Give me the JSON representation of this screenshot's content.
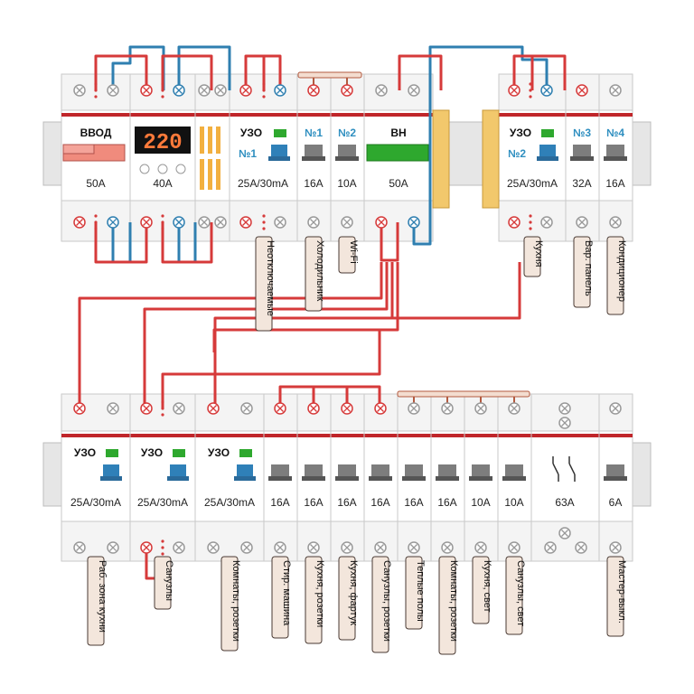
{
  "colors": {
    "phase": "#d63a3a",
    "neutral": "#2f7fb0",
    "busbar": "#f2c86c",
    "tag_fill": "#f3e6dc",
    "display_bg": "#111111",
    "display_digits": "#ff7a3a",
    "indicator_green": "#2ea82e",
    "rcd_button": "#2f80b8",
    "breaker_toggle": "#7d7d7d",
    "input_toggle": "#f08b7d"
  },
  "modules": [
    {
      "id": "m0",
      "name": "ВВОД",
      "rating": "50A",
      "kind": "input"
    },
    {
      "id": "m1",
      "display": "220",
      "rating": "40A",
      "kind": "voltage-relay"
    },
    {
      "id": "m2",
      "kind": "cross-module"
    },
    {
      "id": "m3",
      "name": "УЗО",
      "number": "№1",
      "rating": "25A/30mA",
      "kind": "rcd"
    },
    {
      "id": "m4",
      "number": "№1",
      "rating": "16A",
      "kind": "breaker",
      "output": "Холодильник"
    },
    {
      "id": "m5",
      "number": "№2",
      "rating": "10A",
      "kind": "breaker",
      "output": "Wi-Fi"
    },
    {
      "id": "m6",
      "name": "ВН",
      "rating": "50A",
      "kind": "switch"
    },
    {
      "id": "m7",
      "name": "УЗО",
      "number": "№2",
      "rating": "25A/30mA",
      "kind": "rcd",
      "output": "Кухня"
    },
    {
      "id": "m8",
      "number": "№3",
      "rating": "32A",
      "kind": "breaker",
      "output": "Вар. панель"
    },
    {
      "id": "m9",
      "number": "№4",
      "rating": "16A",
      "kind": "breaker",
      "output": "Кондиционер"
    },
    {
      "id": "b0",
      "name": "УЗО",
      "rating": "25A/30mA",
      "kind": "rcd",
      "output": "Раб. зона кухни"
    },
    {
      "id": "b1",
      "name": "УЗО",
      "rating": "25A/30mA",
      "kind": "rcd",
      "output": "Санузлы"
    },
    {
      "id": "b2",
      "name": "УЗО",
      "rating": "25A/30mA",
      "kind": "rcd",
      "output": "Комнаты, розетки"
    },
    {
      "id": "b3",
      "rating": "16A",
      "kind": "breaker",
      "output": "Стир. машина"
    },
    {
      "id": "b4",
      "rating": "16A",
      "kind": "breaker",
      "output": "Кухня, розетки"
    },
    {
      "id": "b5",
      "rating": "16A",
      "kind": "breaker",
      "output": "Кухня, фартук"
    },
    {
      "id": "b6",
      "rating": "16A",
      "kind": "breaker",
      "output": "Санузлы, розетки"
    },
    {
      "id": "b7",
      "rating": "16A",
      "kind": "breaker",
      "output": "Теплые полы"
    },
    {
      "id": "b8",
      "rating": "16A",
      "kind": "breaker",
      "output": "Комнаты, розетки"
    },
    {
      "id": "b9",
      "rating": "10A",
      "kind": "breaker",
      "output": "Кухня, свет"
    },
    {
      "id": "b10",
      "rating": "10A",
      "kind": "breaker",
      "output": "Санузлы, свет"
    },
    {
      "id": "b11",
      "rating": "63A",
      "kind": "contactor"
    },
    {
      "id": "b12",
      "rating": "6A",
      "kind": "breaker",
      "output": "Мастер-выкл."
    }
  ],
  "tags": {
    "unswitched": "Неотключаемые"
  }
}
